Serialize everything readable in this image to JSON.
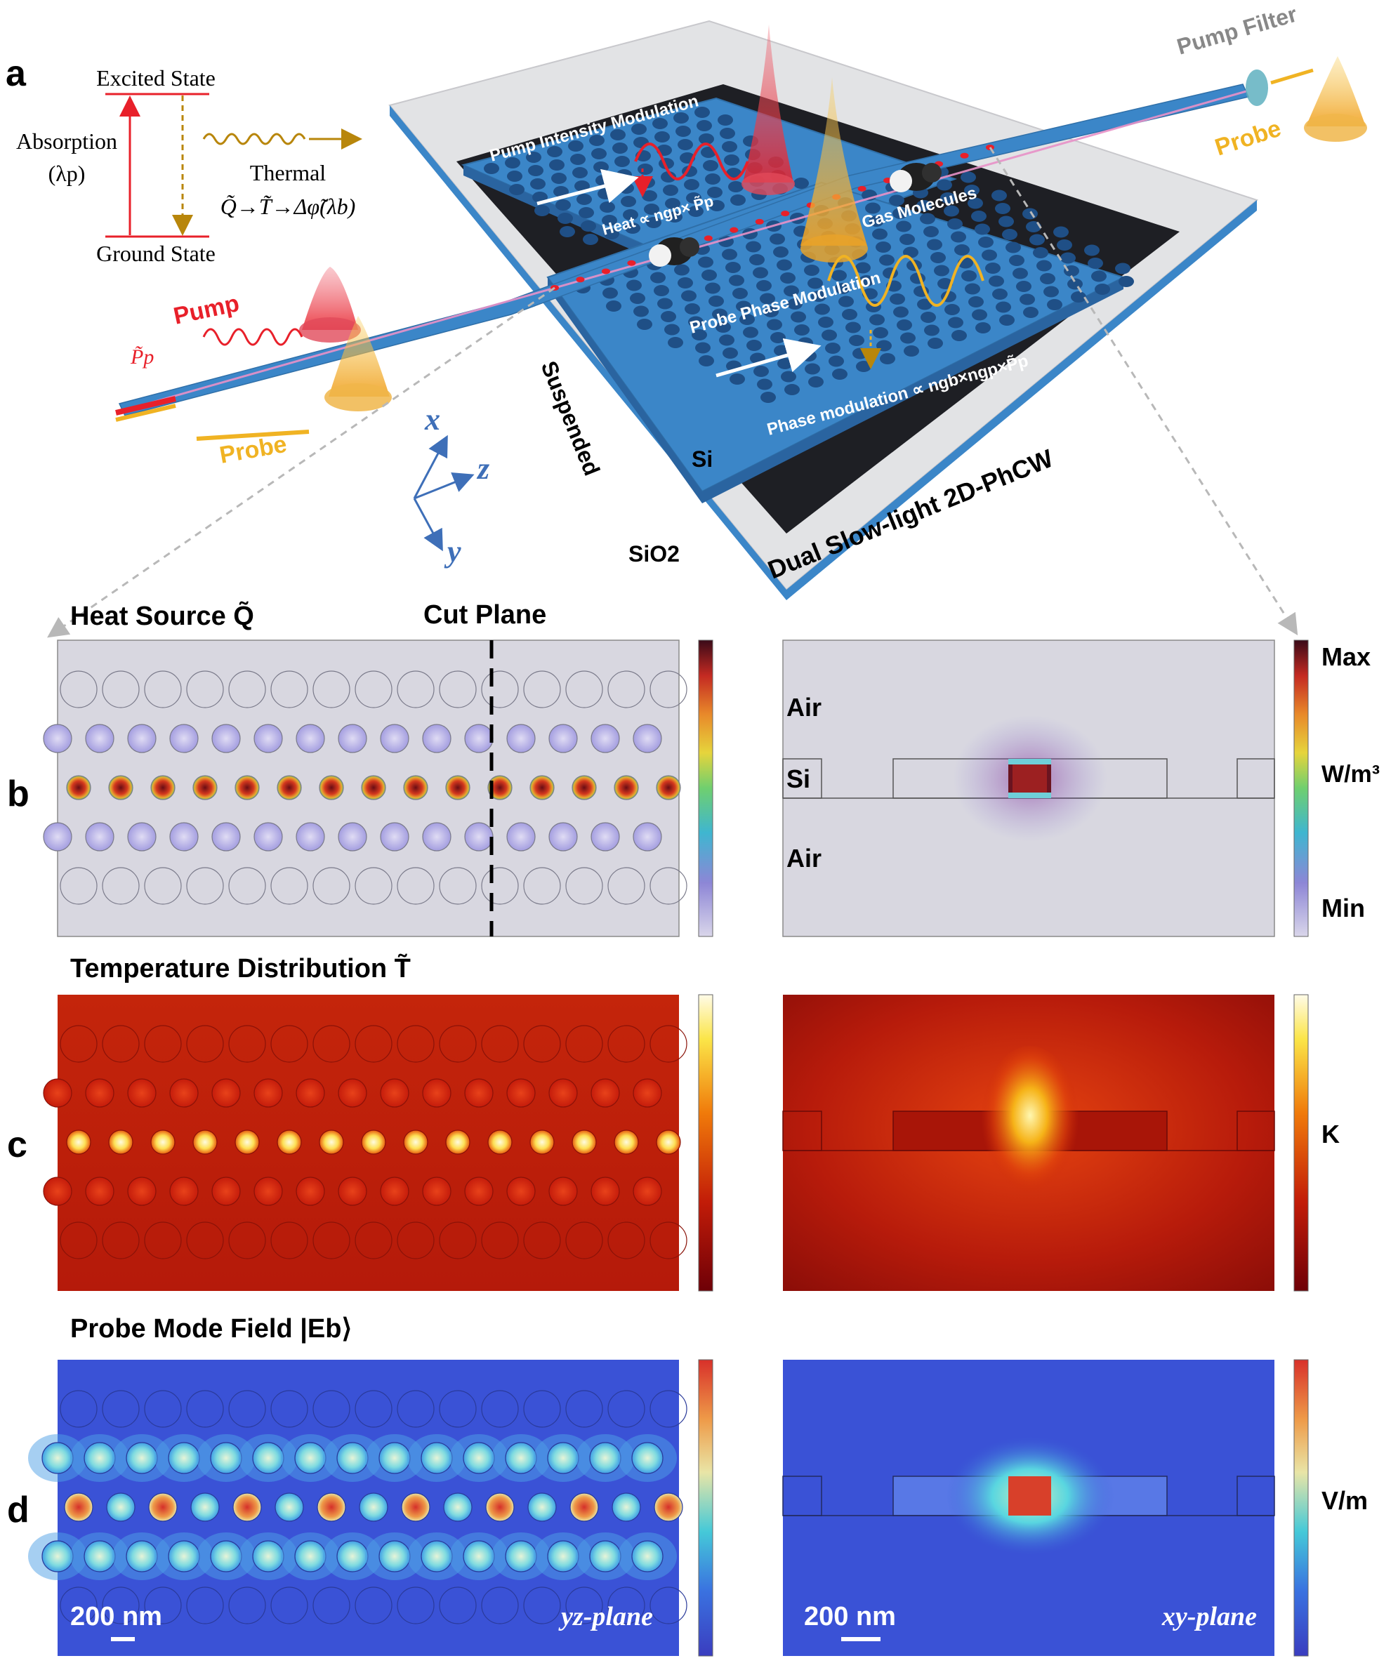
{
  "panel_a": {
    "label": "a",
    "energy": {
      "excited": "Excited State",
      "ground": "Ground State",
      "absorption": "Absorption",
      "lambda_p": "(λp)",
      "thermal": "Thermal",
      "chain": "Q̃→T̃→Δφ̃(λb)"
    },
    "pump": "Pump",
    "pump_symbol": "P̃p",
    "probe_in": "Probe",
    "probe_out": "Probe",
    "pump_filter": "Pump Filter",
    "pump_intensity_modulation": "Pump Intensity Modulation",
    "heat_formula": "Heat ∝ ngp× P̃p",
    "gas_molecules": "Gas Molecules",
    "probe_phase_modulation": "Probe Phase Modulation",
    "phase_modulation_formula": "Phase modulation ∝ ngb×ngp×P̃p",
    "suspended": "Suspended",
    "si": "Si",
    "sio2": "SiO2",
    "device_name": "Dual Slow-light 2D-PhCW",
    "axes": {
      "x": "x",
      "y": "y",
      "z": "z"
    }
  },
  "panel_b": {
    "label": "b",
    "title": "Heat Source Q̃",
    "cut_plane": "Cut Plane",
    "air_top": "Air",
    "si": "Si",
    "air_bottom": "Air",
    "colorbar": {
      "max": "Max",
      "unit": "W/m³",
      "min": "Min"
    }
  },
  "panel_c": {
    "label": "c",
    "title": "Temperature Distribution T̃",
    "colorbar": {
      "unit": "K"
    }
  },
  "panel_d": {
    "label": "d",
    "title": "Probe Mode Field |Eb⟩",
    "colorbar": {
      "unit": "V/m"
    },
    "scale_left": "200 nm",
    "scale_right": "200 nm",
    "plane_left": "yz-plane",
    "plane_right": "xy-plane"
  },
  "colors": {
    "pump": "#e8202a",
    "probe": "#f0b323",
    "slab": "#3b86c8",
    "substrate": "#e2e3e5"
  }
}
